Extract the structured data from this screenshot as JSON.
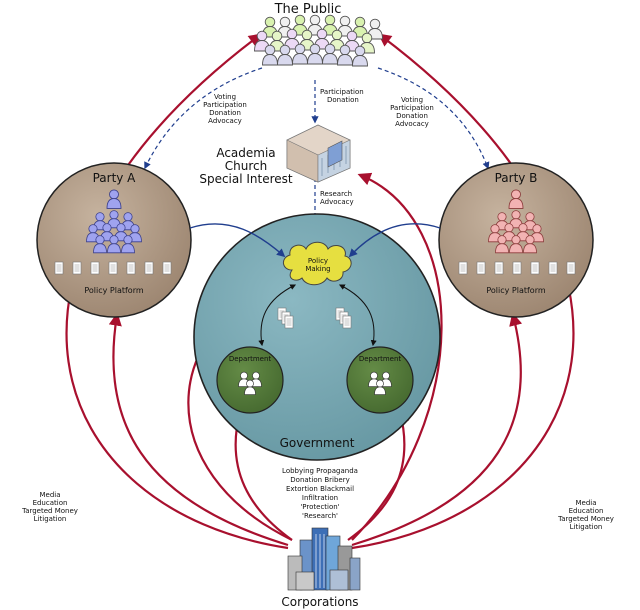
{
  "public": {
    "title": "The Public"
  },
  "interests": {
    "lines": [
      "Academia",
      "Church",
      "Special Interest"
    ]
  },
  "party_a": {
    "title": "Party A",
    "platform": "Policy Platform"
  },
  "party_b": {
    "title": "Party B",
    "platform": "Policy Platform"
  },
  "government": {
    "title": "Government"
  },
  "policy": {
    "lines": [
      "Policy",
      "Making"
    ]
  },
  "departments": {
    "left": "Department",
    "right": "Department"
  },
  "corporations": {
    "title": "Corporations"
  },
  "annotations": {
    "public_to_party_a": [
      "Voting",
      "Participation",
      "Donation",
      "Advocacy"
    ],
    "public_to_party_b": [
      "Voting",
      "Participation",
      "Donation",
      "Advocacy"
    ],
    "public_to_interest": [
      "Participation",
      "Donation"
    ],
    "interest_to_policy": [
      "Research",
      "Advocacy"
    ],
    "corp_influence": [
      "Lobbying  Propaganda",
      "Donation   Bribery",
      "Extortion  Blackmail",
      "Infiltration",
      "'Protection'",
      "'Research'"
    ],
    "corp_to_public_left": [
      "Media",
      "Education",
      "Targeted Money",
      "Litigation"
    ],
    "corp_to_public_right": [
      "Media",
      "Education",
      "Targeted Money",
      "Litigation"
    ]
  },
  "colors": {
    "party_fill": "#b09a83",
    "government_fill": "#7aa8b2",
    "department_fill": "#557a3b",
    "policy_fill": "#e6df40",
    "red_arrow": "#a8102e",
    "blue_arrow": "#203e8e",
    "party_a_people": "#9fa3ef",
    "party_b_people": "#f2b3b3"
  },
  "icons": [
    "crowd-icon",
    "building-icon",
    "skyscrapers-icon",
    "document-icon",
    "people-icon"
  ]
}
